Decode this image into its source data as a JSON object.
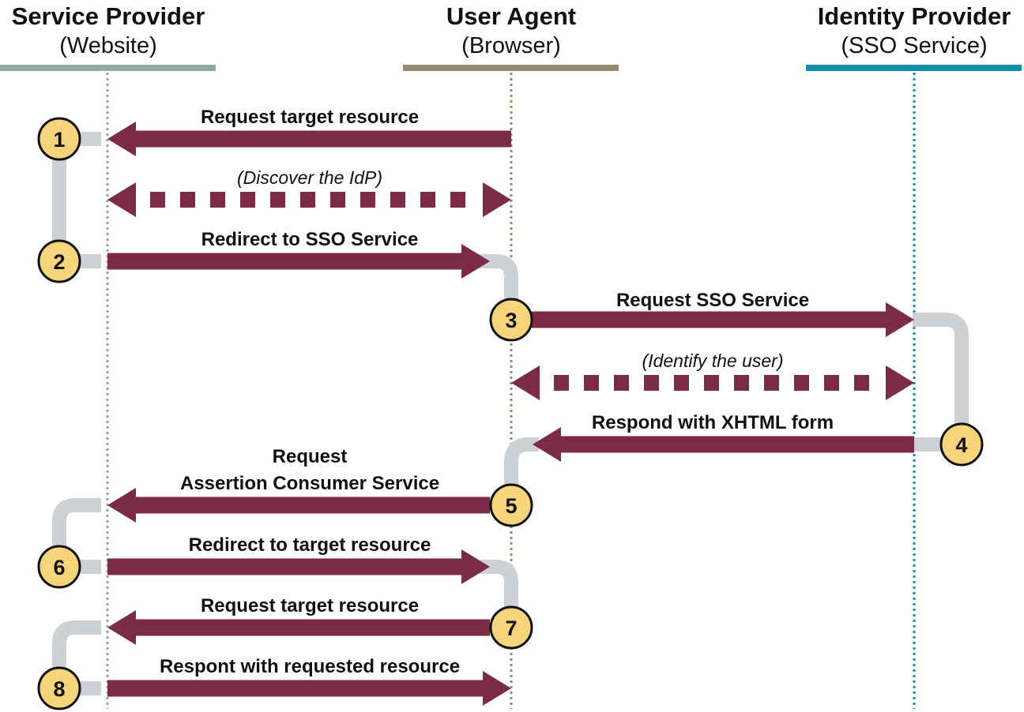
{
  "colors": {
    "arrow": "#7b2a48",
    "connector": "#cdd1d3",
    "step_fill": "#f6d57a",
    "step_stroke": "#111111",
    "sp_lane": "#94a8a1",
    "ua_lane": "#958a70",
    "idp_lane": "#1a8ca8"
  },
  "lanes": [
    {
      "id": "sp",
      "title": "Service Provider",
      "subtitle": "(Website)"
    },
    {
      "id": "ua",
      "title": "User Agent",
      "subtitle": "(Browser)"
    },
    {
      "id": "idp",
      "title": "Identity Provider",
      "subtitle": "(SSO Service)"
    }
  ],
  "messages": [
    {
      "from": "ua",
      "to": "sp",
      "style": "solid",
      "label": [
        "Request target resource"
      ]
    },
    {
      "from": "ua",
      "to": "sp",
      "style": "dashed",
      "bidirectional": true,
      "italic": true,
      "label": [
        "(Discover the IdP)"
      ]
    },
    {
      "from": "sp",
      "to": "ua",
      "style": "solid",
      "label": [
        "Redirect to SSO Service"
      ]
    },
    {
      "from": "ua",
      "to": "idp",
      "style": "solid",
      "label": [
        "Request SSO Service"
      ]
    },
    {
      "from": "ua",
      "to": "idp",
      "style": "dashed",
      "bidirectional": true,
      "italic": true,
      "label": [
        "(Identify the user)"
      ]
    },
    {
      "from": "idp",
      "to": "ua",
      "style": "solid",
      "label": [
        "Respond with XHTML form"
      ]
    },
    {
      "from": "ua",
      "to": "sp",
      "style": "solid",
      "label": [
        "Request",
        "Assertion Consumer Service"
      ]
    },
    {
      "from": "sp",
      "to": "ua",
      "style": "solid",
      "label": [
        "Redirect to target resource"
      ]
    },
    {
      "from": "ua",
      "to": "sp",
      "style": "solid",
      "label": [
        "Request target resource"
      ]
    },
    {
      "from": "sp",
      "to": "ua",
      "style": "solid",
      "label": [
        "Respont with requested resource"
      ]
    }
  ],
  "steps": [
    {
      "number": "1",
      "lane": "sp"
    },
    {
      "number": "2",
      "lane": "sp"
    },
    {
      "number": "3",
      "lane": "ua"
    },
    {
      "number": "4",
      "lane": "idp"
    },
    {
      "number": "5",
      "lane": "ua"
    },
    {
      "number": "6",
      "lane": "sp"
    },
    {
      "number": "7",
      "lane": "ua"
    },
    {
      "number": "8",
      "lane": "sp"
    }
  ]
}
